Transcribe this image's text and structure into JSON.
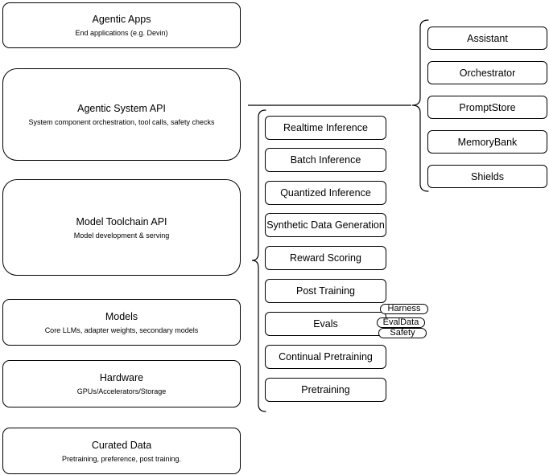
{
  "stack": [
    {
      "title": "Agentic Apps",
      "subtitle": "End applications (e.g. Devin)"
    },
    {
      "title": "Agentic System API",
      "subtitle": "System component orchestration, tool calls, safety checks"
    },
    {
      "title": "Model Toolchain API",
      "subtitle": "Model development & serving"
    },
    {
      "title": "Models",
      "subtitle": "Core LLMs, adapter weights, secondary models"
    },
    {
      "title": "Hardware",
      "subtitle": "GPUs/Accelerators/Storage"
    },
    {
      "title": "Curated Data",
      "subtitle": "Pretraining, preference, post training."
    }
  ],
  "toolchain": [
    "Realtime Inference",
    "Batch Inference",
    "Quantized Inference",
    "Synthetic Data Generation",
    "Reward Scoring",
    "Post Training",
    "Evals",
    "Continual Pretraining",
    "Pretraining"
  ],
  "eval_tags": [
    "Harness",
    "EvalData",
    "Safety"
  ],
  "components": [
    "Assistant",
    "Orchestrator",
    "PromptStore",
    "MemoryBank",
    "Shields"
  ],
  "colors": {
    "stroke": "#000000",
    "background": "#ffffff",
    "text": "#000000"
  }
}
